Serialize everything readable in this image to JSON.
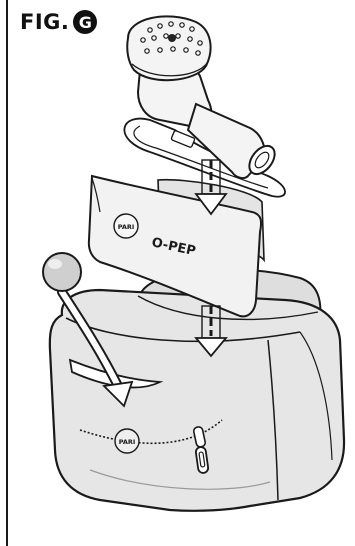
{
  "figure": {
    "label": "FIG.",
    "letter": "G"
  },
  "sleeve": {
    "brand_logo": "PARI",
    "product_name": "O-PEP"
  },
  "bag": {
    "brand_logo": "PARI"
  },
  "icons": [
    "device-icon",
    "arrow-down-icon",
    "curved-arrow-icon",
    "zipper-pull-icon",
    "ball-icon"
  ],
  "colors": {
    "line": "#1a1a1a",
    "bag_fill": "#e6e6e6",
    "sleeve_fill": "#f2f2f2",
    "device_fill": "#f4f4f4",
    "ball_fill": "#cfcfcf"
  }
}
